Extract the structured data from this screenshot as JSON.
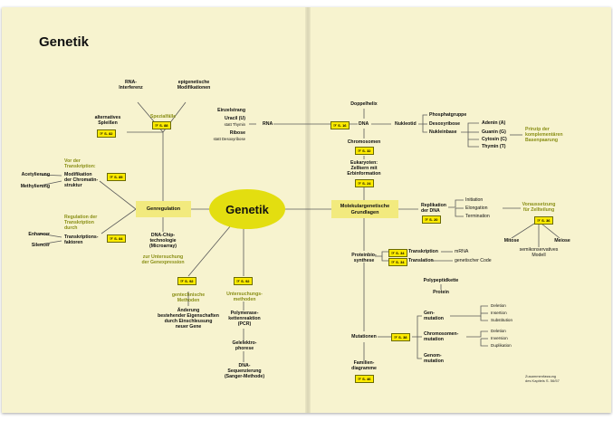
{
  "page": {
    "title": "Genetik"
  },
  "hub": {
    "label": "Genetik"
  },
  "regulation": {
    "box": "Genregulation",
    "spezial_label": "Spezialfälle",
    "spezial_ref": "S. 88",
    "rna_interferenz": "RNA-\nInterferenz",
    "epigenetik": "epigenetische\nModifikationen",
    "spleissen": "alternatives\nSpleißen",
    "spleissen_ref": "S. 82",
    "vor_transkription": "Vor der\nTranskription:",
    "chromatin": "Modifikation\nder Chromatin-\nstruktur",
    "chromatin_ref": "S. 85",
    "acetylierung": "Acetylierung",
    "methylierung": "Methylierung",
    "regulation_der": "Regulation der\nTranskription\ndurch",
    "faktoren": "Transkriptions-\nfaktoren",
    "faktoren_ref": "S. 84",
    "enhancer": "Enhancer",
    "silencer": "Silencer",
    "chip": "DNA-Chip-\ntechnologie\n(Microarray)",
    "chip_purpose": "zur Untersuchung\nder Genexpression"
  },
  "methods": {
    "gentech_ref": "S. 92",
    "gentech": "gentechnische\nMethoden",
    "gentech_desc": "Änderung\nbestehender Eigenschaften\ndurch Einschleusung\nneuer Gene",
    "unters_ref": "S. 92",
    "unters": "Untersuchungs-\nmethoden",
    "pcr": "Polymerase-\nkettenreaktion\n(PCR)",
    "gel": "Gelelektro-\nphorese",
    "seq": "DNA-\nSequenzierung\n(Sanger-Methode)"
  },
  "molekular": {
    "box": "Molekulargenetische\nGrundlagen",
    "rna": "RNA",
    "rna_ref": "S. 16",
    "rna_props": [
      "Einzelstrang",
      "Uracil (U)",
      "statt Thymin",
      "Ribose",
      "statt Desoxyribose"
    ],
    "doppelhelix": "Doppelhelix",
    "dna": "DNA",
    "dna_ref": "S. 16",
    "nukleotid": "Nukleotid",
    "nukleotid_parts": [
      "Phosphatgruppe",
      "Desoxyribose",
      "Nukleinbase"
    ],
    "basen": [
      "Adenin (A)",
      "Guanin (G)",
      "Cytosin (C)",
      "Thymin (T)"
    ],
    "prinzip": "Prinzip der\nkomplementären\nBasenpaarung",
    "chromosomen": "Chromosomen",
    "chromosomen_ref": "S. 32",
    "eukaryoten": "Eukaryoten:\nZellkern mit\nErbinformation",
    "eukaryoten_ref": "S. 24",
    "replikation": "Replikation\nder DNA",
    "replikation_ref": "S. 20",
    "phasen": [
      "Initiation",
      "Elongation",
      "Termination"
    ],
    "voraussetzung": "Voraussetzung\nfür Zellteilung",
    "voraussetzung_ref": "S. 36",
    "mitose": "Mitose",
    "meiose": "Meiose",
    "semikonservativ": "semikonservatives\nModell",
    "proteinbio": "Proteinbio-\nsynthese",
    "transkription": "Transkription",
    "transkription_ref": "S. 34",
    "translation": "Translation",
    "translation_ref": "S. 34",
    "mrna": "mRNA",
    "code": "genetischer Code",
    "polypeptid": "Polypeptidkette",
    "protein": "Protein",
    "mutationen": "Mutationen",
    "mutationen_ref": "S. 38",
    "genmutation": "Gen-\nmutation",
    "genmut_types": [
      "Deletion",
      "Insertion",
      "Substitution"
    ],
    "chrommutation": "Chromosomen-\nmutation",
    "chrommut_types": [
      "Deletion",
      "Inversion",
      "Duplikation"
    ],
    "genommutation": "Genom-\nmutation",
    "familien": "Familien-\ndiagramme",
    "familien_ref": "S. 46"
  },
  "footer": "Zusammenfassung\ndes Kapitels S. 56/57",
  "colors": {
    "accent_yellow": "#ffeb00",
    "hub": "#e3de10",
    "olive_text": "#8a8f16",
    "page": "#f7f3cf"
  }
}
